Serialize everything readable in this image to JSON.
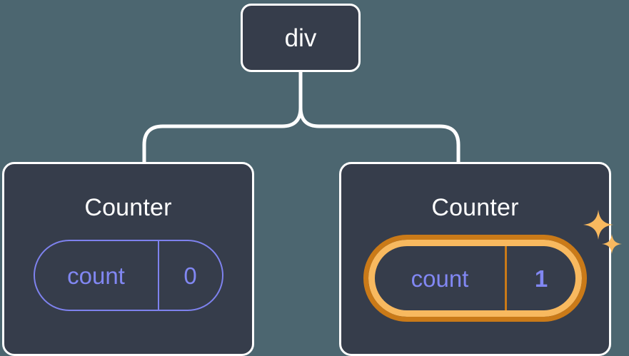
{
  "diagram": {
    "type": "component-tree",
    "background_color": "#4c6670",
    "node_fill_color": "#363d4b",
    "node_border_color": "#ffffff",
    "accent_purple": "#8187f2",
    "highlight_inner_color": "#f8b95f",
    "highlight_outer_color": "#ca7a18",
    "connector_color": "#ffffff"
  },
  "root": {
    "label": "div"
  },
  "children": [
    {
      "title": "Counter",
      "state": {
        "key": "count",
        "value": "0"
      },
      "highlighted": false
    },
    {
      "title": "Counter",
      "state": {
        "key": "count",
        "value": "1"
      },
      "highlighted": true,
      "sparkle_icons": [
        "sparkle-large",
        "sparkle-small"
      ]
    }
  ]
}
